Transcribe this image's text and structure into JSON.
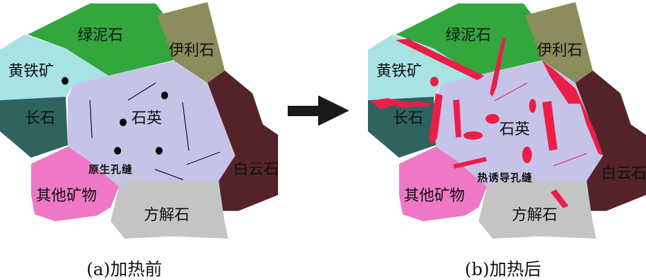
{
  "colors": {
    "chlorite": "#33a63e",
    "pyrite": "#a8e2e2",
    "feldspar": "#2e6360",
    "quartz": "#c6c3e9",
    "illite": "#8c8c5c",
    "dolomite": "#54232a",
    "other": "#ee78c6",
    "calcite": "#c4c4c4",
    "fracture": "#ec1e48",
    "pore": "#000000"
  },
  "panel_a": {
    "minerals": {
      "chlorite": "绿泥石",
      "illite": "伊利石",
      "pyrite": "黄铁矿",
      "feldspar": "长石",
      "quartz": "石英",
      "dolomite": "白云石",
      "other": "其他矿物",
      "calcite": "方解石"
    },
    "pore_label": "原生孔缝",
    "caption": "(a)加热前"
  },
  "panel_b": {
    "minerals": {
      "chlorite": "绿泥石",
      "illite": "伊利石",
      "pyrite": "黄铁矿",
      "feldspar": "长石",
      "quartz": "石英",
      "dolomite": "白云石",
      "other": "其他矿物",
      "calcite": "方解石"
    },
    "pore_label": "热诱导孔缝",
    "caption": "(b)加热后"
  },
  "arrow": {
    "icon": "right-arrow-icon"
  }
}
